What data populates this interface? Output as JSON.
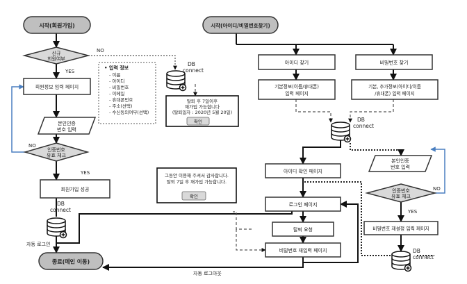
{
  "terminals": {
    "start_signup": "시작(회원가입)",
    "start_find": "시작(아이디/비밀번호찾기)",
    "end_main": "종료(메인 이동)"
  },
  "decisions": {
    "new_member": [
      "신규",
      "회원여부"
    ],
    "auth_check_left": [
      "인증번호",
      "유효 체크"
    ],
    "auth_check_right": [
      "인증번호",
      "유효 체크"
    ]
  },
  "labels": {
    "no": "NO",
    "yes": "YES",
    "db_connect": [
      "DB",
      "connect"
    ],
    "auto_login": "자동 로그인",
    "auto_logout": "자동 로그아웃"
  },
  "processes": {
    "signup_input": "회원정보 입력 페이지",
    "signup_success": "회원가입 성공",
    "find_id": "아이디 찾기",
    "find_pw": "비밀번호 찾기",
    "id_confirm": "아이디 확인 페이지",
    "login_page": "로그인 페이지",
    "withdraw_request": "탈퇴 요청",
    "pw_reinput": "비밀번호 재입력 페이지",
    "pw_reset": "비밀번호 재설정 입력 페이지",
    "basic_info": [
      "기본정보(이름/휴대폰)",
      "입력 페이지"
    ],
    "extra_info": [
      "기본, 추가정보(아이디/이름",
      "/휴대폰) 입력 페이지"
    ]
  },
  "io": {
    "identity_left": [
      "본인인증",
      "번호 입력"
    ],
    "identity_right": [
      "본인인증",
      "번호 입력"
    ]
  },
  "info_box": {
    "title": "입력 정보",
    "items": [
      "이름",
      "아이디",
      "비밀번호",
      "이메일",
      "휴대폰번호",
      "주소(선택)",
      "수신동의여부(선택)"
    ]
  },
  "notes": {
    "rejoin": [
      "탈퇴 후 7일이후",
      "재가입 가능합니다",
      "(탈퇴일자 : 2020년 5월 20일)"
    ],
    "rejoin_btn": "확인",
    "farewell": [
      "그동안 이용해 주셔서 감사합니다.",
      "탈퇴 7일 후 재가입 가능합니다."
    ],
    "farewell_btn": "확인"
  }
}
